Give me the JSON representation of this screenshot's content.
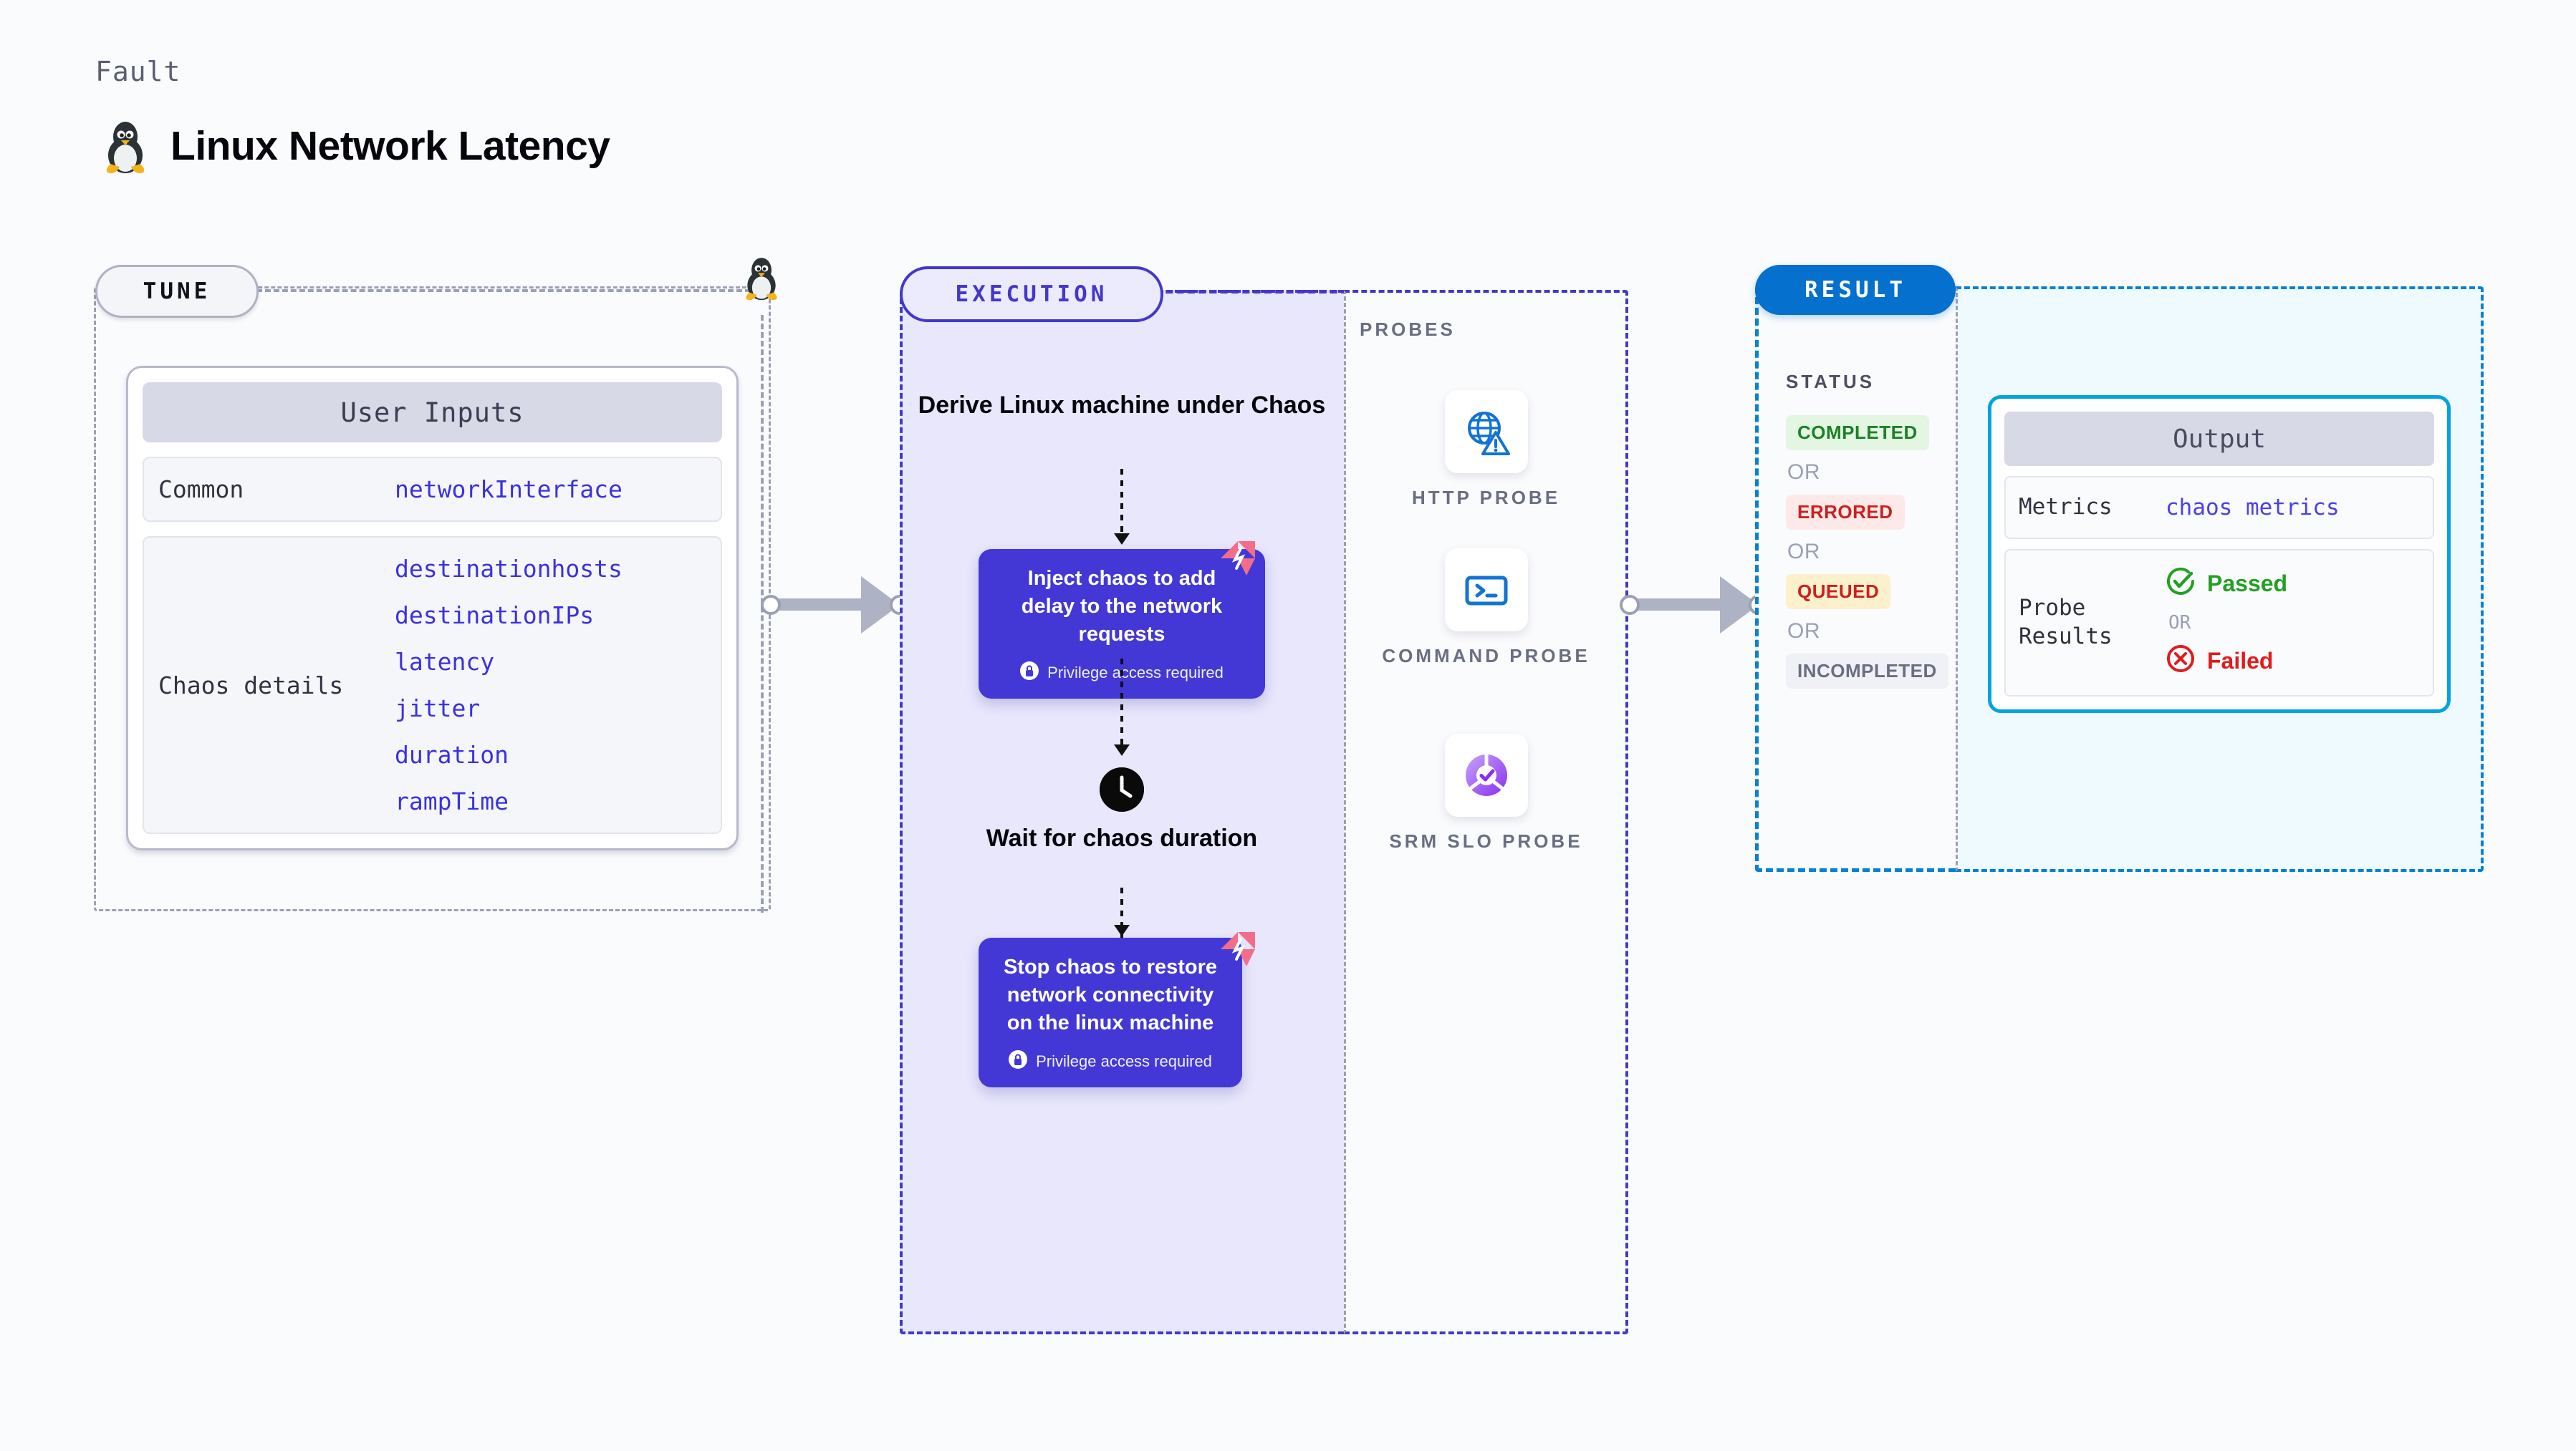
{
  "header": {
    "kicker": "Fault",
    "title": "Linux Network Latency",
    "icon": "linux-penguin-icon"
  },
  "tune": {
    "pill_label": "TUNE",
    "card_title": "User Inputs",
    "sections": [
      {
        "label": "Common",
        "values": [
          "networkInterface"
        ]
      },
      {
        "label": "Chaos details",
        "values": [
          "destinationhosts",
          "destinationIPs",
          "latency",
          "jitter",
          "duration",
          "rampTime"
        ]
      }
    ]
  },
  "execution": {
    "pill_label": "EXECUTION",
    "steps": {
      "derive_title": "Derive Linux machine under Chaos",
      "inject_card": {
        "text": "Inject chaos to add delay to the network requests",
        "note": "Privilege access required"
      },
      "wait_title": "Wait for chaos duration",
      "stop_card": {
        "text": "Stop chaos to restore network connectivity on the linux machine",
        "note": "Privilege access required"
      }
    }
  },
  "probes": {
    "label": "PROBES",
    "items": [
      {
        "name": "HTTP  PROBE",
        "icon": "globe-warning-icon"
      },
      {
        "name": "COMMAND PROBE",
        "icon": "terminal-icon"
      },
      {
        "name": "SRM SLO PROBE",
        "icon": "slo-gauge-check-icon"
      }
    ]
  },
  "result": {
    "pill_label": "RESULT",
    "status_label": "STATUS",
    "or_label": "OR",
    "statuses": [
      {
        "text": "COMPLETED",
        "bg": "#e2f6e2",
        "fg": "#1e8128"
      },
      {
        "text": "ERRORED",
        "bg": "#fdeae8",
        "fg": "#cc2020"
      },
      {
        "text": "QUEUED",
        "bg": "#fcf0cd",
        "fg": "#cc2020"
      },
      {
        "text": "INCOMPLETED",
        "bg": "#f0f1f6",
        "fg": "#6a6e82"
      }
    ],
    "output": {
      "title": "Output",
      "metrics_label": "Metrics",
      "metrics_value": "chaos metrics",
      "probe_results_label": "Probe Results",
      "passed": "Passed",
      "failed": "Failed",
      "or_label": "OR"
    }
  },
  "colors": {
    "execution_accent": "#4338ca",
    "execution_fill": "#e8e7fb",
    "result_accent": "#0580d8",
    "result_fill": "#effaff",
    "card_purple": "#4338d6",
    "harness_pink": "#f26d8a",
    "connector_gray": "#adb2c4"
  }
}
